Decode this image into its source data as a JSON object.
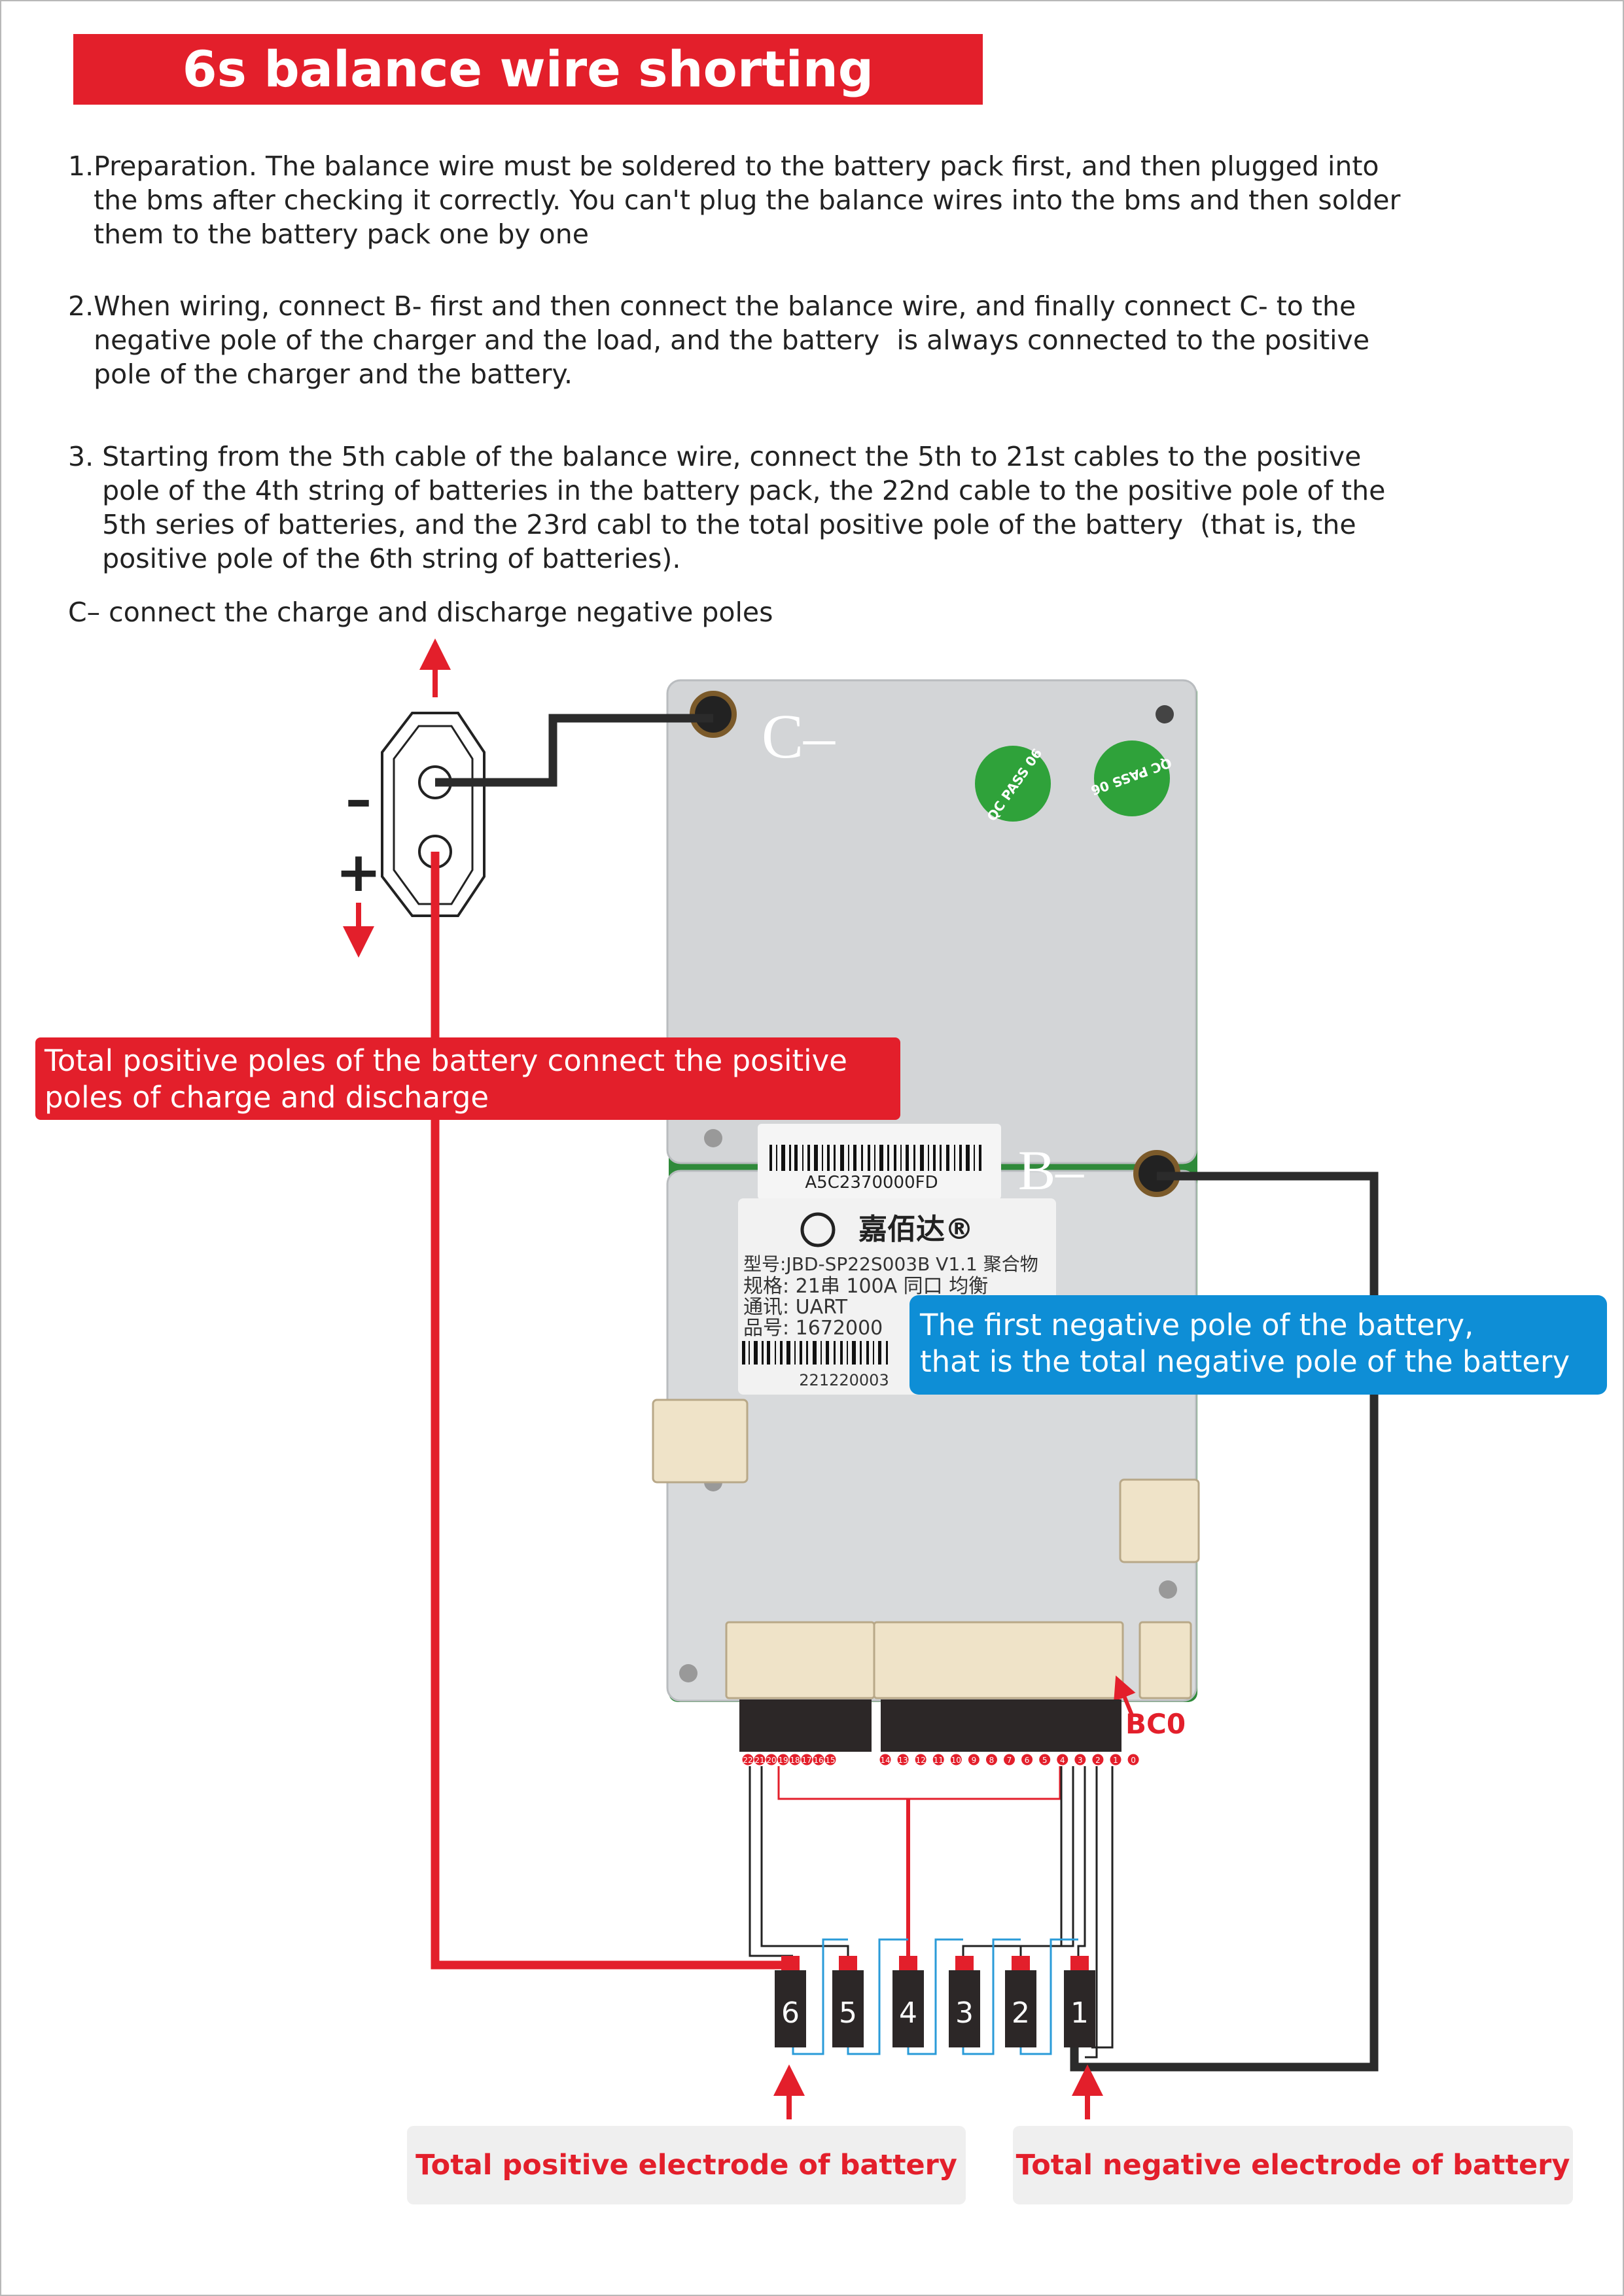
{
  "title": "6s balance wire shorting method",
  "instructions": [
    [
      "1.Preparation. The balance wire must be soldered to the battery pack first, and then plugged into",
      "   the bms after checking it correctly. You can't plug the balance wires into the bms and then solder",
      "   them to the battery pack one by one"
    ],
    [
      "2.When wiring, connect B- first and then connect the balance wire, and finally connect C- to the",
      "   negative pole of the charger and the load, and the battery  is always connected to the positive",
      "   pole of the charger and the battery."
    ],
    [
      "3. Starting from the 5th cable of the balance wire, connect the 5th to 21st cables to the positive",
      "    pole of the 4th string of batteries in the battery pack, the 22nd cable to the positive pole of the",
      "    5th series of batteries, and the 23rd cabl to the total positive pole of the battery  (that is, the",
      "    positive pole of the 6th string of batteries)."
    ]
  ],
  "c_minus_note": "C– connect the charge and discharge negative poles",
  "connector": {
    "minus": "–",
    "plus": "+"
  },
  "board": {
    "c_minus_label": "C–",
    "b_minus_label": "B–",
    "qc_stickers": [
      "QC PASS 06",
      "QC PASS 06"
    ],
    "barcode_top": "A5C2370000FD",
    "brand": "嘉佰达®",
    "label_lines": [
      "型号:JBD-SP22S003B V1.1 聚合物",
      "规格: 21串 100A 同口 均衡",
      "通讯: UART",
      "品号: 1672000"
    ],
    "barcode_bottom": "221220003",
    "bc0_label": "BC0"
  },
  "pins": [
    "22",
    "21",
    "20",
    "19",
    "18",
    "17",
    "16",
    "15",
    "14",
    "13",
    "12",
    "11",
    "10",
    "9",
    "8",
    "7",
    "6",
    "5",
    "4",
    "3",
    "2",
    "1",
    "0"
  ],
  "cells": [
    "6",
    "5",
    "4",
    "3",
    "2",
    "1"
  ],
  "labels": {
    "total_positive_poles": [
      "Total positive poles of the battery connect the positive",
      "poles of charge and discharge"
    ],
    "first_negative": [
      "The first negative pole of the battery,",
      "that is the total negative pole of the battery"
    ],
    "total_positive_electrode": "Total positive electrode of battery",
    "total_negative_electrode": "Total negative electrode of battery"
  },
  "colors": {
    "accent_red": "#e31f2b",
    "accent_blue": "#0e8ed6",
    "wire_black": "#2b2b2b",
    "pcb_green": "#2f8a3a",
    "plate_silver": "#d3d5d7"
  }
}
